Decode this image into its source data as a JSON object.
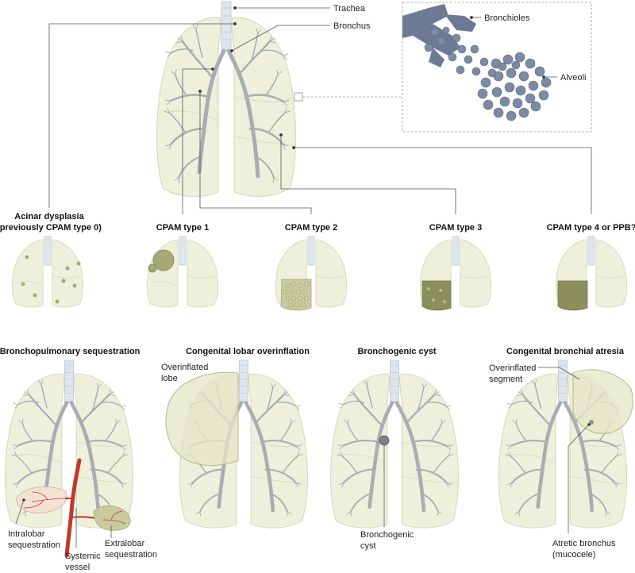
{
  "top_labels": {
    "trachea": "Trachea",
    "bronchus": "Bronchus",
    "bronchioles": "Bronchioles",
    "alveoli": "Alveoli"
  },
  "cpam_titles": {
    "acinar_1": "Acinar dysplasia",
    "acinar_2": "(previously CPAM type 0)",
    "type1": "CPAM type 1",
    "type2": "CPAM type 2",
    "type3": "CPAM type 3",
    "type4": "CPAM type 4 or PPB?"
  },
  "bottom_titles": {
    "bps": "Bronchopulmonary sequestration",
    "clo": "Congenital lobar overinflation",
    "bc": "Bronchogenic cyst",
    "cba": "Congenital bronchial atresia"
  },
  "annotations": {
    "intralobar_1": "Intralobar",
    "intralobar_2": "sequestration",
    "systemic_1": "Systemic",
    "systemic_2": "vessel",
    "extralobar_1": "Extralobar",
    "extralobar_2": "sequestration",
    "overinflated_lobe_1": "Overinflated",
    "overinflated_lobe_2": "lobe",
    "bronchogenic_cyst_1": "Bronchogenic",
    "bronchogenic_cyst_2": "cyst",
    "overinflated_segment_1": "Overinflated",
    "overinflated_segment_2": "segment",
    "atretic_1": "Atretic bronchus",
    "atretic_2": "(mucocele)"
  },
  "colors": {
    "lung_fill": "#eef0db",
    "lung_stroke": "#d6dbbd",
    "trachea_fill": "#dfe5ec",
    "airway": "#a9adb3",
    "lesion_dark": "#8b8f5d",
    "lesion_mid": "#a5a977",
    "alveoli": "#7d8aa4",
    "alveoli_dark": "#5f6b85",
    "vessel": "#c0392b",
    "leader": "#555555"
  }
}
